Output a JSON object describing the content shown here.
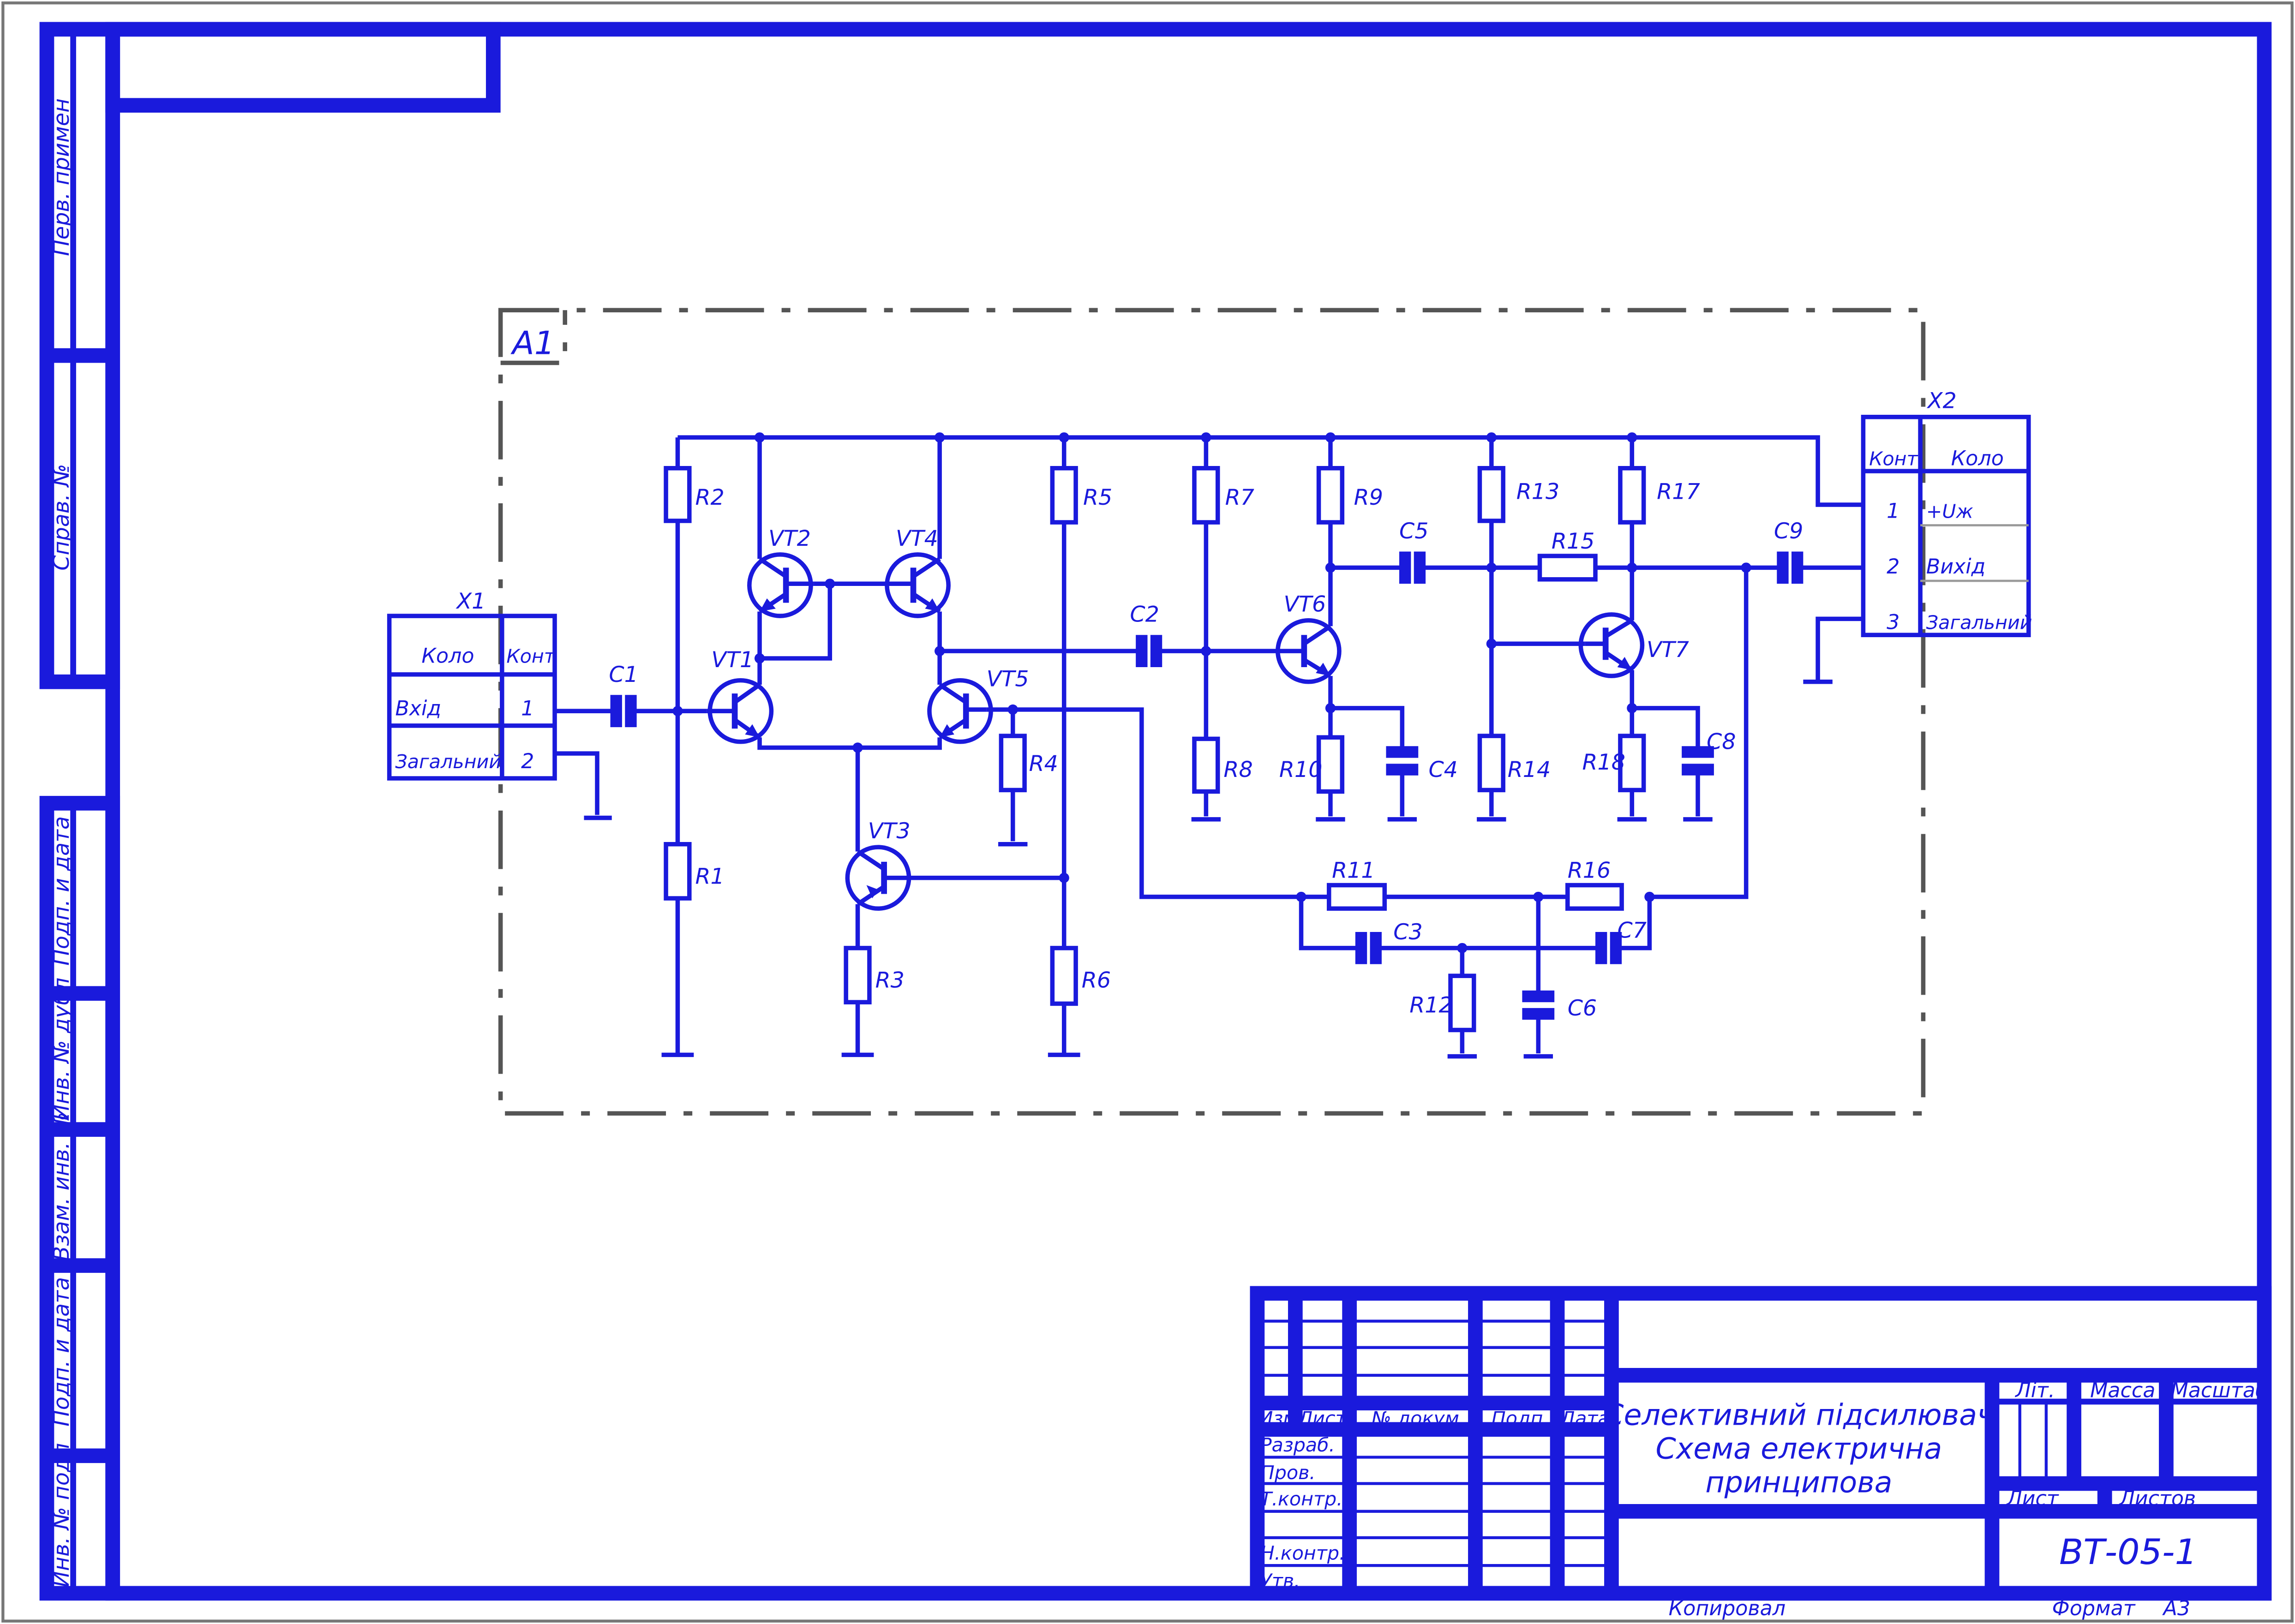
{
  "block_label": "A1",
  "connectors": {
    "x1": {
      "title": "X1",
      "header_col1": "Коло",
      "header_col2": "Конт",
      "rows": [
        {
          "name": "Вхід",
          "pin": "1"
        },
        {
          "name": "Загальний",
          "pin": "2"
        }
      ]
    },
    "x2": {
      "title": "X2",
      "header_col1": "Конт",
      "header_col2": "Коло",
      "rows": [
        {
          "pin": "1",
          "name": "+Uж"
        },
        {
          "pin": "2",
          "name": "Вихід"
        },
        {
          "pin": "3",
          "name": "Загальний"
        }
      ]
    }
  },
  "components": {
    "R1": "R1",
    "R2": "R2",
    "R3": "R3",
    "R4": "R4",
    "R5": "R5",
    "R6": "R6",
    "R7": "R7",
    "R8": "R8",
    "R9": "R9",
    "R10": "R10",
    "R11": "R11",
    "R12": "R12",
    "R13": "R13",
    "R14": "R14",
    "R15": "R15",
    "R16": "R16",
    "R17": "R17",
    "R18": "R18",
    "C1": "C1",
    "C2": "C2",
    "C3": "C3",
    "C4": "C4",
    "C5": "C5",
    "C6": "C6",
    "C7": "C7",
    "C8": "C8",
    "C9": "C9",
    "VT1": "VT1",
    "VT2": "VT2",
    "VT3": "VT3",
    "VT4": "VT4",
    "VT5": "VT5",
    "VT6": "VT6",
    "VT7": "VT7"
  },
  "side_stamp": [
    "Перв. примен",
    "Справ. №",
    "Подп. и дата",
    "Инв. № дубл",
    "Взам. инв. №",
    "Подп. и дата",
    "Инв. № подл"
  ],
  "title_block": {
    "col_izm": "Изм.",
    "col_list": "Лист",
    "col_doc": "№ докум.",
    "col_podp": "Подп.",
    "col_data": "Дата",
    "rows": [
      "Разраб.",
      "Пров.",
      "Т.контр.",
      "Н.контр.",
      "Утв."
    ],
    "title_lines": [
      "Селективний підсилювач",
      "Схема електрична",
      "принципова"
    ],
    "lit": "Літ.",
    "massa": "Масса",
    "masshtab": "Масштаб",
    "sheet": "Лист",
    "sheets": "Листов",
    "doc_code": "ВТ-05-1"
  },
  "footer": {
    "copied": "Копировал",
    "format_label": "Формат",
    "format_value": "А3"
  }
}
